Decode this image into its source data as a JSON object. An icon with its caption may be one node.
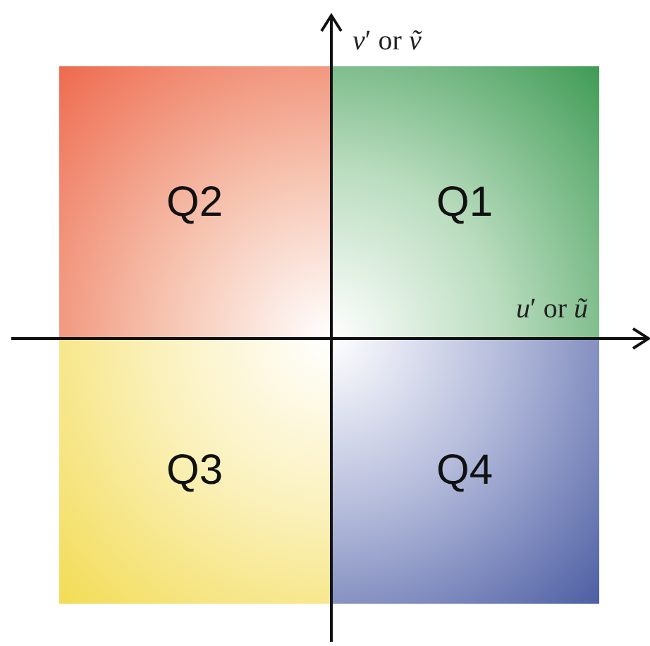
{
  "diagram": {
    "nodes": [
      {
        "text": [
          "Q2"
        ]
      },
      {
        "text": [
          "Q1"
        ]
      },
      {
        "text": [
          "Q3"
        ]
      },
      {
        "text": [
          "Q4"
        ]
      }
    ],
    "labels": [
      "*v*′ or *ṽ*",
      "*u*′ or *ũ*"
    ]
  }
}
